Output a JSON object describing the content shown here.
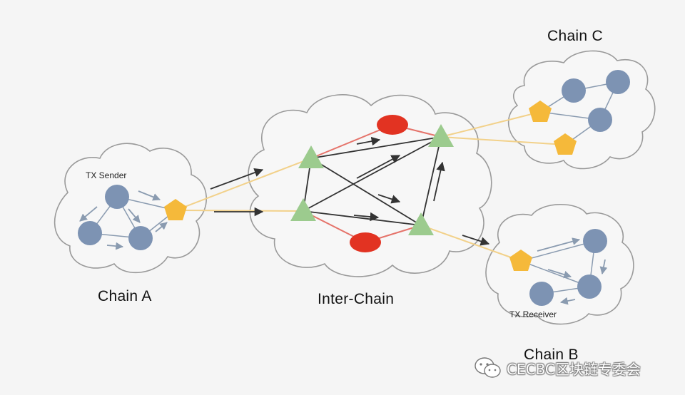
{
  "labels": {
    "chain_a": "Chain A",
    "chain_b": "Chain B",
    "chain_c": "Chain C",
    "inter_chain": "Inter-Chain",
    "tx_sender": "TX Sender",
    "tx_receiver": "TX Receiver"
  },
  "watermark": {
    "text": "CECBC区块链专委会",
    "icon": "wechat-icon"
  },
  "colors": {
    "background": "#f5f5f5",
    "node_circle": "#7d93b3",
    "gateway_pentagon": "#f5b93a",
    "relay_triangle": "#9ccb8e",
    "hub_ellipse": "#e23322",
    "link_yellow": "#f2d18a",
    "link_red": "#e5736a",
    "link_dark": "#333333",
    "arrow_gray": "#8a9bb0"
  },
  "icons": {
    "node": "circle",
    "gateway": "pentagon",
    "relay": "triangle",
    "hub": "ellipse"
  }
}
